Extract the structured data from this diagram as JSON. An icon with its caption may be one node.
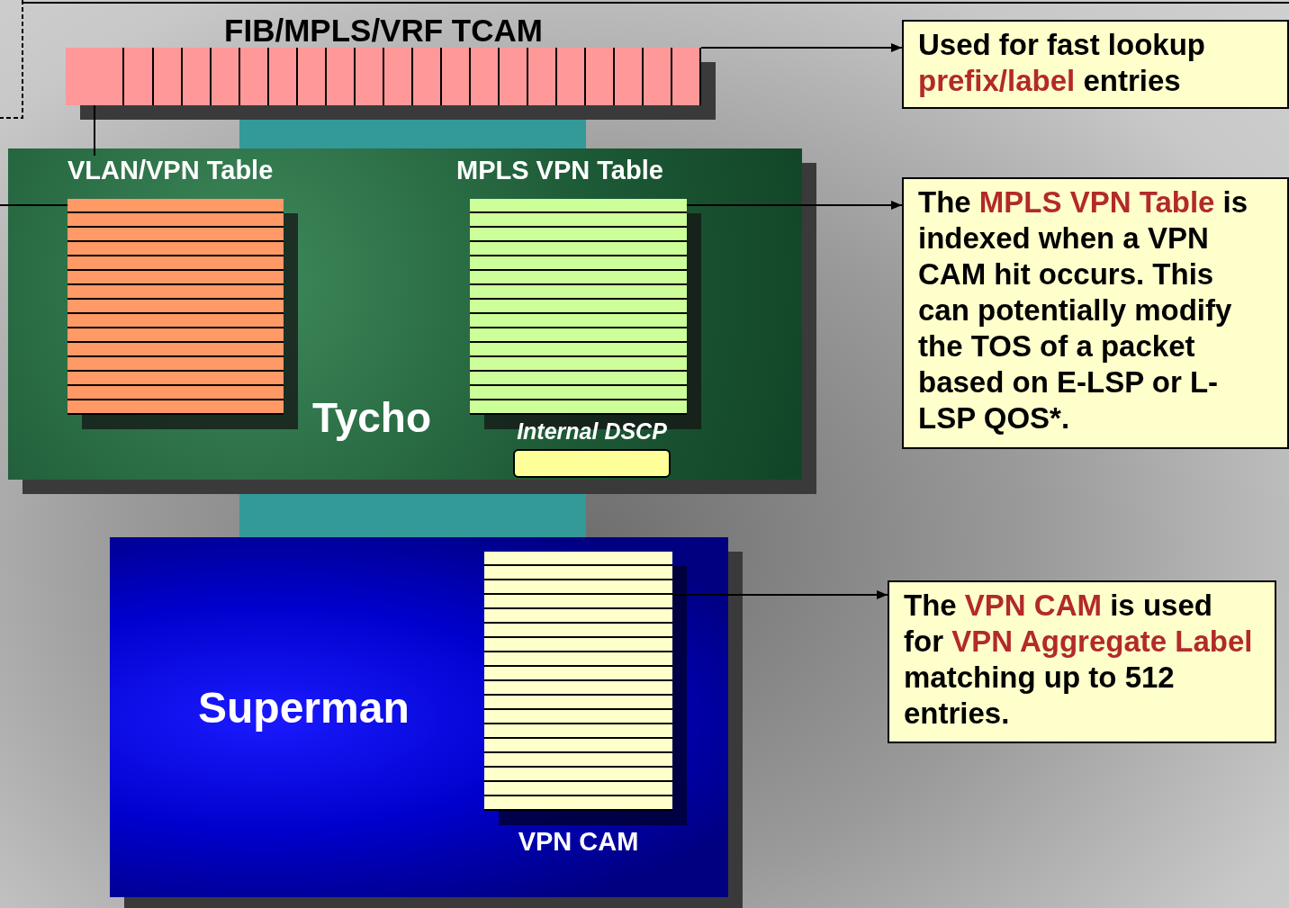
{
  "diagram": {
    "nodes": [
      {
        "text": [
          "Tycho"
        ]
      },
      {
        "text": [
          "FIB/MPLS/VRF TCAM"
        ]
      },
      {
        "text": [
          "VLAN/VPN Table"
        ],
        "in": 0
      },
      {
        "text": [
          "MPLS VPN Table"
        ],
        "in": 0
      },
      {
        "text": [
          "Internal DSCP"
        ],
        "in": 0
      },
      {
        "text": [
          "Superman"
        ]
      },
      {
        "text": [
          "VPN CAM"
        ],
        "in": 5
      },
      {
        "text": [
          "Used for fast lookup **prefix/label** entries"
        ]
      },
      {
        "text": [
          "The **MPLS VPN Table** is indexed when a VPN CAM hit occurs. This can potentially modify the TOS of a packet based on E-LSP or L-LSP QOS*."
        ]
      },
      {
        "text": [
          "The **VPN CAM** is used for **VPN Aggregate Label** matching up to 512 entries."
        ]
      }
    ],
    "edges": [
      {
        "from": 1,
        "to": 7,
        "arrow": "to"
      },
      {
        "from": 1,
        "to": 2,
        "arrow": "none"
      },
      {
        "from": null,
        "to": 2,
        "arrow": "none"
      },
      {
        "from": 3,
        "to": 8,
        "arrow": "to"
      },
      {
        "from": 6,
        "to": 9,
        "arrow": "to"
      },
      {
        "from": 1,
        "to": 0,
        "arrow": "none",
        "style": "thick",
        "color": "#339999"
      },
      {
        "from": 0,
        "to": 5,
        "arrow": "none",
        "style": "thick",
        "color": "#339999"
      }
    ]
  }
}
